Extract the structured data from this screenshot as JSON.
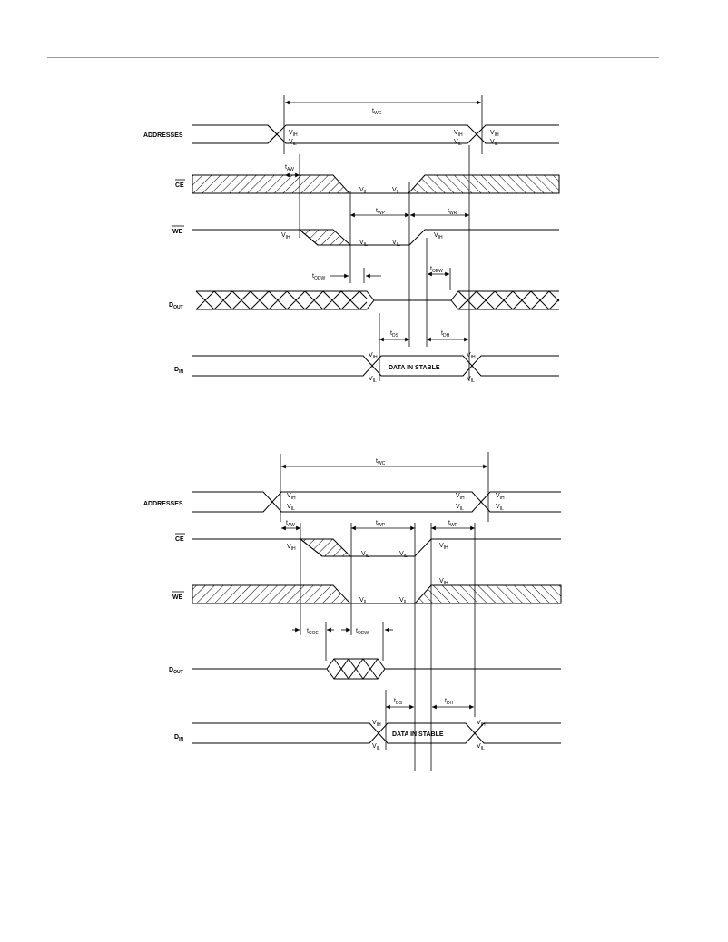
{
  "colors": {
    "ink": "#000000",
    "rule": "#9a9a9a",
    "paper": "#ffffff"
  },
  "diagram1": {
    "signals": {
      "addresses": "ADDRESSES",
      "ce": "CE",
      "we": "WE",
      "dout": {
        "main": "D",
        "sub": "OUT"
      },
      "din": {
        "main": "D",
        "sub": "IN"
      }
    },
    "timings": {
      "twc": {
        "main": "t",
        "sub": "WC"
      },
      "taw": {
        "main": "t",
        "sub": "AW"
      },
      "twp": {
        "main": "t",
        "sub": "WP"
      },
      "twr": {
        "main": "t",
        "sub": "WR"
      },
      "todw": {
        "main": "t",
        "sub": "ODW"
      },
      "toew": {
        "main": "t",
        "sub": "OEW"
      },
      "tds": {
        "main": "t",
        "sub": "DS"
      },
      "tdh": {
        "main": "t",
        "sub": "DH"
      }
    },
    "levels": {
      "vih": {
        "main": "V",
        "sub": "IH"
      },
      "vil": {
        "main": "V",
        "sub": "IL"
      }
    },
    "data_label": "DATA IN STABLE"
  },
  "diagram2": {
    "signals": {
      "addresses": "ADDRESSES",
      "ce": "CE",
      "we": "WE",
      "dout": {
        "main": "D",
        "sub": "OUT"
      },
      "din": {
        "main": "D",
        "sub": "IN"
      }
    },
    "timings": {
      "twc": {
        "main": "t",
        "sub": "WC"
      },
      "taw": {
        "main": "t",
        "sub": "AW"
      },
      "twp": {
        "main": "t",
        "sub": "WP"
      },
      "twr": {
        "main": "t",
        "sub": "WR"
      },
      "tcoe": {
        "main": "t",
        "sub": "COE"
      },
      "todw": {
        "main": "t",
        "sub": "ODW"
      },
      "tds": {
        "main": "t",
        "sub": "DS"
      },
      "tdh": {
        "main": "t",
        "sub": "DH"
      }
    },
    "levels": {
      "vih": {
        "main": "V",
        "sub": "IH"
      },
      "vil": {
        "main": "V",
        "sub": "IL"
      }
    },
    "data_label": "DATA IN STABLE"
  }
}
